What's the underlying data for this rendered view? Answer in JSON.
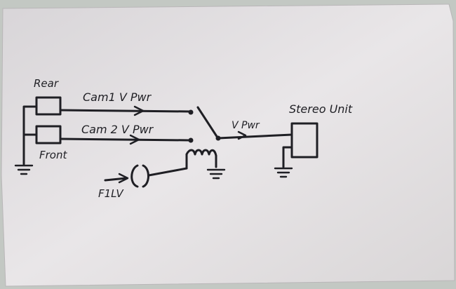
{
  "diagram": {
    "title": "",
    "labels": {
      "rear": "Rear",
      "front": "Front",
      "cam1_wire": "Cam1 V Pwr",
      "cam2_wire": "Cam 2 V Pwr",
      "output_wire": "V Pwr",
      "stereo_unit": "Stereo Unit",
      "trigger_input": "F1LV"
    },
    "colors": {
      "ink": "#1f1f24",
      "paper": "#e6e3e4",
      "background": "#c3c8c3"
    }
  }
}
